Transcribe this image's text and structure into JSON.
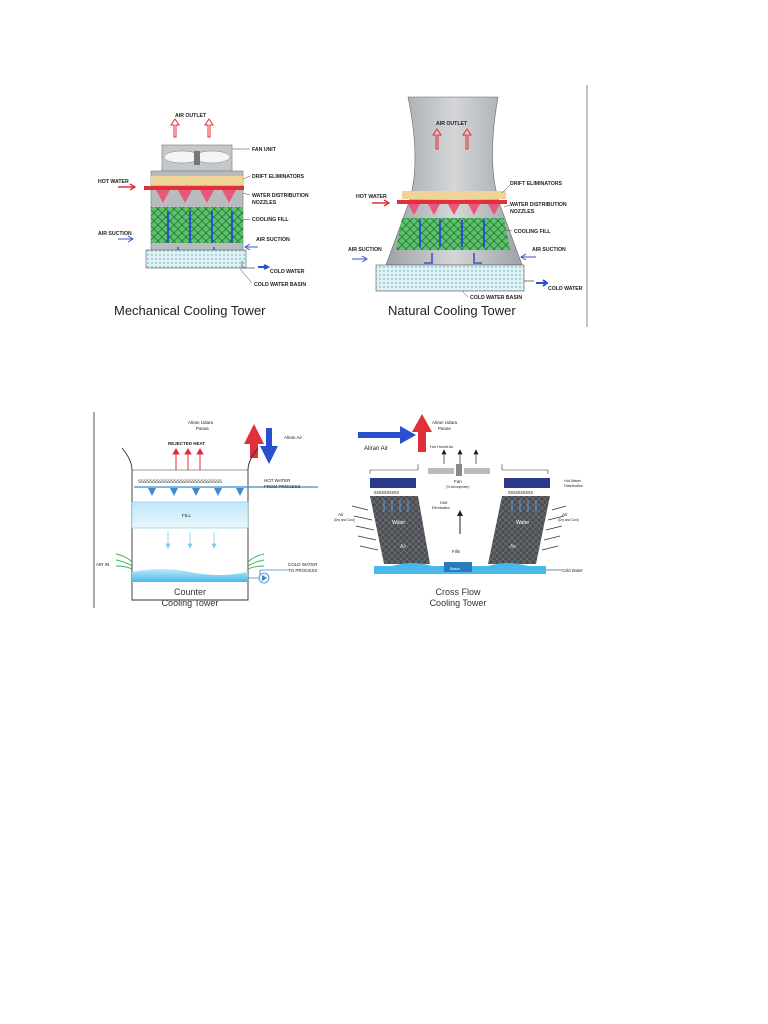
{
  "mechanical": {
    "title": "Mechanical Cooling Tower",
    "air_outlet": "AIR OUTLET",
    "fan_unit": "FAN UNIT",
    "drift_eliminators": "DRIFT ELIMINATORS",
    "hot_water": "HOT WATER",
    "nozzles_1": "WATER DISTRIBUTION",
    "nozzles_2": "NOZZLES",
    "cooling_fill": "COOLING FILL",
    "air_suction_left": "AIR SUCTION",
    "air_suction_right": "AIR SUCTION",
    "cold_water": "COLD WATER",
    "cold_water_basin": "COLD WATER BASIN"
  },
  "natural": {
    "title": "Natural Cooling Tower",
    "air_outlet": "AIR OUTLET",
    "drift_eliminators": "DRIFT ELIMINATORS",
    "hot_water": "HOT WATER",
    "nozzles_1": "WATER DISTRIBUTION",
    "nozzles_2": "NOZZLES",
    "cooling_fill": "COOLING FILL",
    "air_suction_left": "AIR SUCTION",
    "air_suction_right": "AIR SUCTION",
    "cold_water": "COLD WATER",
    "cold_water_basin": "COLD WATER BASIN"
  },
  "counter": {
    "title_1": "Counter",
    "title_2": "Cooling Tower",
    "hot_air_1": "Aliran Udara",
    "hot_air_2": "Panas",
    "water_flow": "Aliran Air",
    "rejected_heat": "REJECTED HEAT",
    "hot_water_1": "HOT WATER",
    "hot_water_2": "FROM PROCESS",
    "fill": "FILL",
    "air_in": "AIR IN",
    "cold_water_1": "COLD WATER",
    "cold_water_2": "TO PROCESS"
  },
  "crossflow": {
    "title_1": "Cross Flow",
    "title_2": "Cooling Tower",
    "water_flow": "Aliran Air",
    "hot_air_1": "Aliran Udara",
    "hot_air_2": "Panas",
    "hot_humid_air": "Hot Humid Air",
    "fan": "Fan",
    "fan_sub": "(To Atmosphere)",
    "drift_1": "Drift",
    "drift_2": "Eliminator",
    "hot_water_1": "Hot Water",
    "hot_water_2": "Distribution",
    "air_left": "Air",
    "air_left_sub": "(Dry and Cool)",
    "air_right": "Air",
    "air_right_sub": "(Dry and Cool)",
    "water_left": "Water",
    "water_right": "Water",
    "air_inner_left": "Air",
    "air_inner_right": "Air",
    "fills": "Fills",
    "basin": "Basin",
    "cold_water": "Cold Water"
  },
  "colors": {
    "hot": "#e0303a",
    "cold": "#2a4fd0",
    "fill_green": "#3fae5a",
    "tower_gray": "#b9bcbf",
    "drift_tan": "#efd49a",
    "water_blue": "#4ab8e8"
  }
}
